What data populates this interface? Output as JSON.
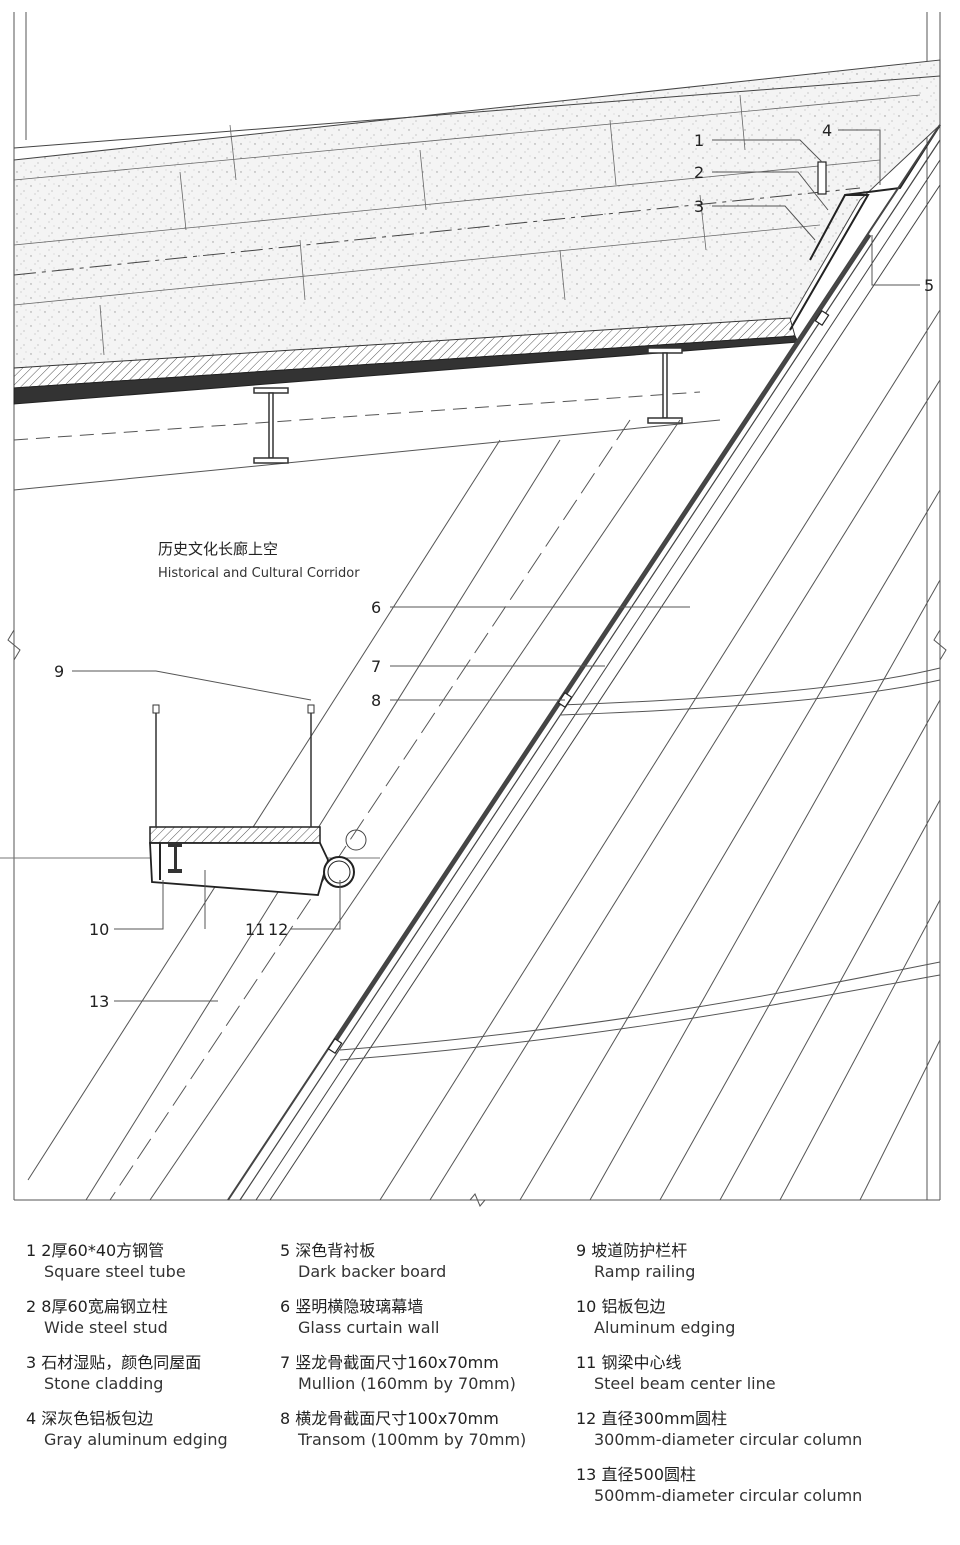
{
  "drawing": {
    "title_cn": "历史文化长廊上空",
    "title_en": "Historical and Cultural Corridor",
    "callouts": [
      "1",
      "2",
      "3",
      "4",
      "5",
      "6",
      "7",
      "8",
      "9",
      "10",
      "11",
      "12",
      "13"
    ]
  },
  "legend": {
    "columns": [
      [
        {
          "num": "1",
          "cn": "2厚60*40方钢管",
          "en": "Square steel tube"
        },
        {
          "num": "2",
          "cn": "8厚60宽扁钢立柱",
          "en": "Wide steel stud"
        },
        {
          "num": "3",
          "cn": "石材湿贴，颜色同屋面",
          "en": "Stone cladding"
        },
        {
          "num": "4",
          "cn": "深灰色铝板包边",
          "en": "Gray aluminum edging"
        }
      ],
      [
        {
          "num": "5",
          "cn": "深色背衬板",
          "en": "Dark backer board"
        },
        {
          "num": "6",
          "cn": "竖明横隐玻璃幕墙",
          "en": "Glass curtain wall"
        },
        {
          "num": "7",
          "cn": "竖龙骨截面尺寸160x70mm",
          "en": "Mullion (160mm by 70mm)"
        },
        {
          "num": "8",
          "cn": "横龙骨截面尺寸100x70mm",
          "en": "Transom (100mm by 70mm)"
        }
      ],
      [
        {
          "num": "9",
          "cn": "坡道防护栏杆",
          "en": "Ramp railing"
        },
        {
          "num": "10",
          "cn": "铝板包边",
          "en": "Aluminum edging"
        },
        {
          "num": "11",
          "cn": "钢梁中心线",
          "en": "Steel beam center line"
        },
        {
          "num": "12",
          "cn": "直径300mm圆柱",
          "en": "300mm-diameter circular column"
        },
        {
          "num": "13",
          "cn": "直径500圆柱",
          "en": "500mm-diameter circular column"
        }
      ]
    ]
  }
}
